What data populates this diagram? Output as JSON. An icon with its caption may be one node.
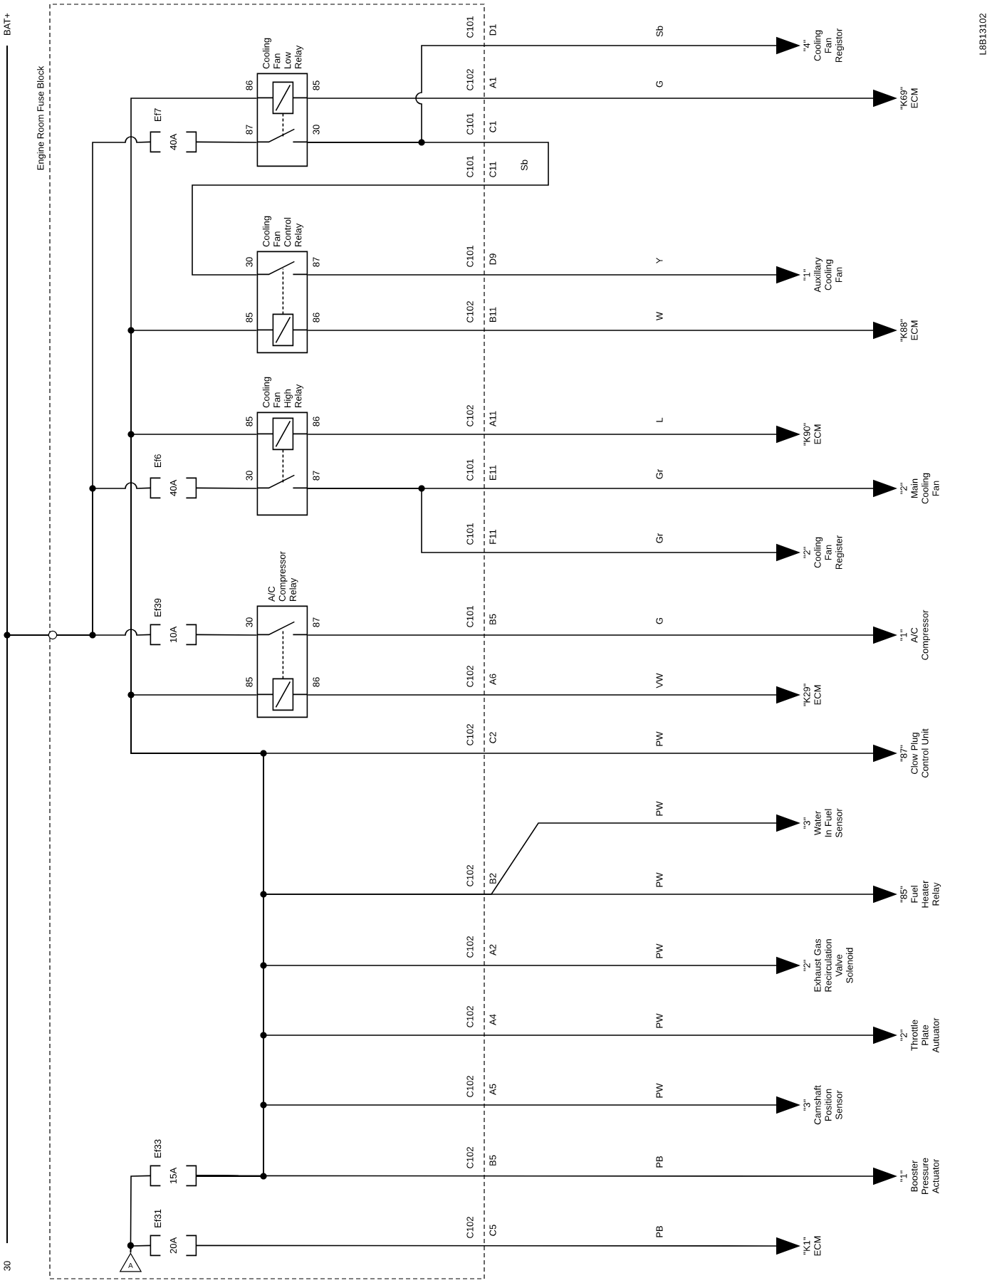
{
  "diagram": {
    "nodes": [
      {
        "text": [
          "BAT+",
          "30"
        ]
      },
      {
        "text": [
          "Engine Room Fuse Block"
        ]
      },
      {
        "text": [
          "Ef7",
          "40A"
        ],
        "in": 1
      },
      {
        "text": [
          "Cooling Fan Low Relay"
        ],
        "in": 1
      },
      {
        "text": [
          "Cooling Fan Control Relay"
        ],
        "in": 1
      },
      {
        "text": [
          "Cooling Fan High Relay"
        ],
        "in": 1
      },
      {
        "text": [
          "Ef6",
          "40A"
        ],
        "in": 1
      },
      {
        "text": [
          "Ef39",
          "10A"
        ],
        "in": 1
      },
      {
        "text": [
          "A/C Compressor Relay"
        ],
        "in": 1
      },
      {
        "text": [
          "Ef33",
          "15A"
        ],
        "in": 1
      },
      {
        "text": [
          "Ef31",
          "20A"
        ],
        "in": 1
      },
      {
        "text": [
          "A"
        ],
        "in": 1
      },
      {
        "text": [
          "\"4\"",
          "Cooling Fan Registor"
        ]
      },
      {
        "text": [
          "\"K69\"",
          "ECM"
        ]
      },
      {
        "text": [
          "\"1\"",
          "Auxillary Cooling Fan"
        ]
      },
      {
        "text": [
          "\"K88\"",
          "ECM"
        ]
      },
      {
        "text": [
          "\"K90\"",
          "ECM"
        ]
      },
      {
        "text": [
          "\"2\"",
          "Main Cooling Fan"
        ]
      },
      {
        "text": [
          "\"2\"",
          "Cooling Fan Register"
        ]
      },
      {
        "text": [
          "\"1\"",
          "A/C Compressor"
        ]
      },
      {
        "text": [
          "\"K29\"",
          "ECM"
        ]
      },
      {
        "text": [
          "\"87\"",
          "Clow Plug Control Unit"
        ]
      },
      {
        "text": [
          "\"3\"",
          "Water In Fuel Sensor"
        ]
      },
      {
        "text": [
          "\"85\"",
          "Fuel Heater Relay"
        ]
      },
      {
        "text": [
          "\"2\"",
          "Exhaust Gas Recirculation Valve Solenoid"
        ]
      },
      {
        "text": [
          "\"2\"",
          "Throttle Plate Autuator"
        ]
      },
      {
        "text": [
          "\"3\"",
          "Camshaft Position Sensor"
        ]
      },
      {
        "text": [
          "\"1\"",
          "Booster Pressure Actuator"
        ]
      },
      {
        "text": [
          "\"K1\"",
          "ECM"
        ]
      }
    ],
    "edges": [
      {
        "from": 0,
        "to": 2,
        "arrow": "none"
      },
      {
        "from": 0,
        "to": 6,
        "arrow": "none"
      },
      {
        "from": 0,
        "to": 7,
        "arrow": "none"
      },
      {
        "from": 2,
        "to": 3,
        "arrow": "none"
      },
      {
        "from": 3,
        "to": 12,
        "arrow": "to",
        "label": "Sb"
      },
      {
        "from": 3,
        "to": 4,
        "arrow": "none",
        "label": "Sb"
      },
      {
        "from": 3,
        "to": 13,
        "arrow": "to",
        "label": "G"
      },
      {
        "from": 4,
        "to": 14,
        "arrow": "to",
        "label": "Y"
      },
      {
        "from": 4,
        "to": 15,
        "arrow": "to",
        "label": "W"
      },
      {
        "from": 5,
        "to": 16,
        "arrow": "to",
        "label": "L"
      },
      {
        "from": 6,
        "to": 5,
        "arrow": "none"
      },
      {
        "from": 5,
        "to": 17,
        "arrow": "to",
        "label": "Gr"
      },
      {
        "from": 5,
        "to": 18,
        "arrow": "to",
        "label": "Gr"
      },
      {
        "from": 7,
        "to": 8,
        "arrow": "none"
      },
      {
        "from": 8,
        "to": 19,
        "arrow": "to",
        "label": "G"
      },
      {
        "from": 8,
        "to": 20,
        "arrow": "to",
        "label": "VW"
      },
      {
        "from": 9,
        "to": 3,
        "arrow": "none"
      },
      {
        "from": 9,
        "to": 4,
        "arrow": "none"
      },
      {
        "from": 9,
        "to": 5,
        "arrow": "none"
      },
      {
        "from": 9,
        "to": 8,
        "arrow": "none"
      },
      {
        "from": 9,
        "to": 21,
        "arrow": "to",
        "label": "PW"
      },
      {
        "from": 9,
        "to": 22,
        "arrow": "to",
        "label": "PW"
      },
      {
        "from": 9,
        "to": 23,
        "arrow": "to",
        "label": "PW"
      },
      {
        "from": 9,
        "to": 24,
        "arrow": "to",
        "label": "PW"
      },
      {
        "from": 9,
        "to": 25,
        "arrow": "to",
        "label": "PW"
      },
      {
        "from": 9,
        "to": 26,
        "arrow": "to",
        "label": "PW"
      },
      {
        "from": 9,
        "to": 27,
        "arrow": "to",
        "label": "PB"
      },
      {
        "from": 11,
        "to": 9,
        "arrow": "none"
      },
      {
        "from": 11,
        "to": 10,
        "arrow": "none"
      },
      {
        "from": 10,
        "to": 28,
        "arrow": "to",
        "label": "PB"
      }
    ],
    "labels": [
      "C101",
      "D1",
      "C102",
      "A1",
      "C101",
      "C1",
      "C101",
      "C11",
      "C101",
      "D9",
      "C102",
      "B11",
      "C102",
      "A11",
      "C101",
      "E11",
      "C101",
      "F11",
      "C101",
      "B5",
      "C102",
      "A6",
      "C102",
      "C2",
      "C102",
      "B2",
      "C102",
      "A2",
      "C102",
      "A4",
      "C102",
      "A5",
      "C102",
      "B5",
      "C102",
      "C5",
      "86",
      "87",
      "85",
      "30",
      "30",
      "85",
      "87",
      "86",
      "85",
      "30",
      "86",
      "87",
      "30",
      "85",
      "87",
      "86",
      "L8B13102"
    ]
  }
}
